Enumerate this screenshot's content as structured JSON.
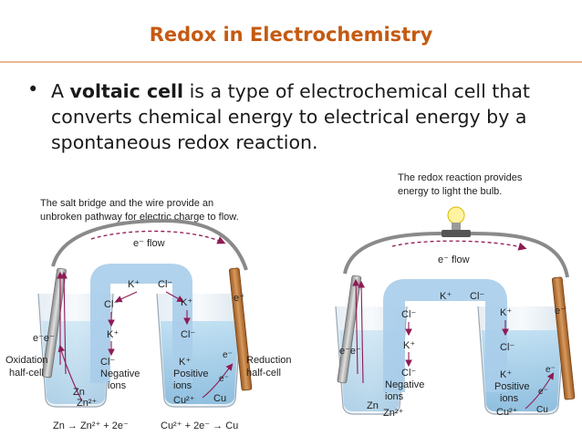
{
  "slide": {
    "title": "Redox in Electrochemistry",
    "bullet_prefix": "A ",
    "bullet_term": "voltaic cell",
    "bullet_suffix": " is a type of electrochemical cell that converts chemical energy to electrical energy by a spontaneous redox reaction."
  },
  "left_figure": {
    "caption_line1": "The salt bridge and the wire provide an",
    "caption_line2": "unbroken pathway for electric charge to flow.",
    "eflow": "e⁻ flow",
    "bridge_k": "K⁺",
    "bridge_cl": "Cl⁻",
    "left_cl": "Cl⁻",
    "left_k": "K⁺",
    "right_k": "K⁺",
    "right_cl": "Cl⁻",
    "ee": "e⁻e⁻",
    "oxidation_line1": "Oxidation",
    "oxidation_line2": "half-cell",
    "reduction_line1": "Reduction",
    "reduction_line2": "half-cell",
    "neg_cl": "Cl⁻",
    "neg_line1": "Negative",
    "neg_line2": "ions",
    "zn": "Zn",
    "zn2": "Zn²⁺",
    "pos_k": "K⁺",
    "pos_line1": "Positive",
    "pos_line2": "ions",
    "cu2": "Cu²⁺",
    "cu": "Cu",
    "e_right_top": "e⁻",
    "e_right_mid": "e⁻",
    "e_right_low": "e⁻",
    "eq_left": "Zn → Zn²⁺ + 2e⁻",
    "eq_right": "Cu²⁺ + 2e⁻ → Cu"
  },
  "right_figure": {
    "caption_line1": "The redox reaction provides",
    "caption_line2": "energy to light the bulb.",
    "eflow": "e⁻ flow",
    "bridge_k": "K⁺",
    "bridge_cl": "Cl⁻",
    "left_cl": "Cl⁻",
    "left_k": "K⁺",
    "right_k": "K⁺",
    "right_cl": "Cl⁻",
    "ee": "e⁻e⁻",
    "neg_cl": "Cl⁻",
    "neg_line1": "Negative",
    "neg_line2": "ions",
    "zn": "Zn",
    "zn2": "Zn²⁺",
    "pos_k": "K⁺",
    "pos_line1": "Positive",
    "pos_line2": "ions",
    "cu2": "Cu²⁺",
    "cu": "Cu",
    "e_right_top": "e⁻",
    "e_right_mid": "e⁻",
    "e_right_low": "e⁻"
  },
  "colors": {
    "title": "#c55a11",
    "solution": "#9ec9e6",
    "bridge": "#bcd9f0",
    "wire": "#808080",
    "arrow": "#8e1b54",
    "copper": "#c07a3a",
    "zinc": "#b0b0b0"
  }
}
